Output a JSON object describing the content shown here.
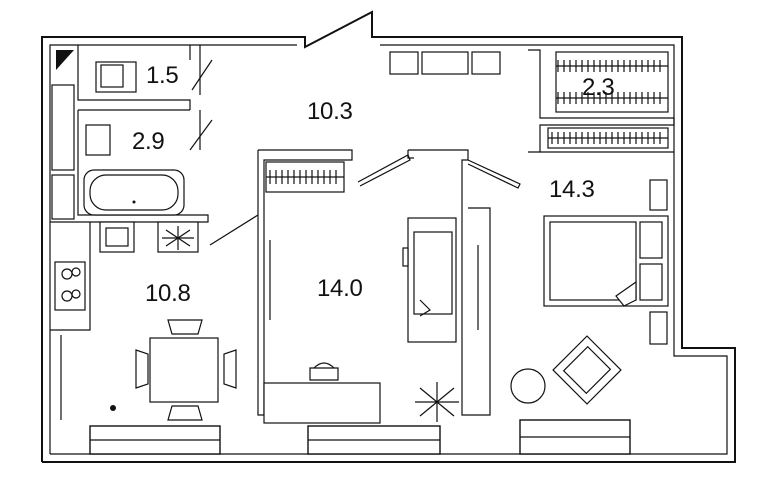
{
  "rooms": [
    {
      "id": "bathroom-small",
      "area": "1.5"
    },
    {
      "id": "bathroom",
      "area": "2.9"
    },
    {
      "id": "hallway",
      "area": "10.3"
    },
    {
      "id": "storage",
      "area": "2.3"
    },
    {
      "id": "kitchen",
      "area": "10.8"
    },
    {
      "id": "living-room",
      "area": "14.0"
    },
    {
      "id": "bedroom",
      "area": "14.3"
    }
  ]
}
